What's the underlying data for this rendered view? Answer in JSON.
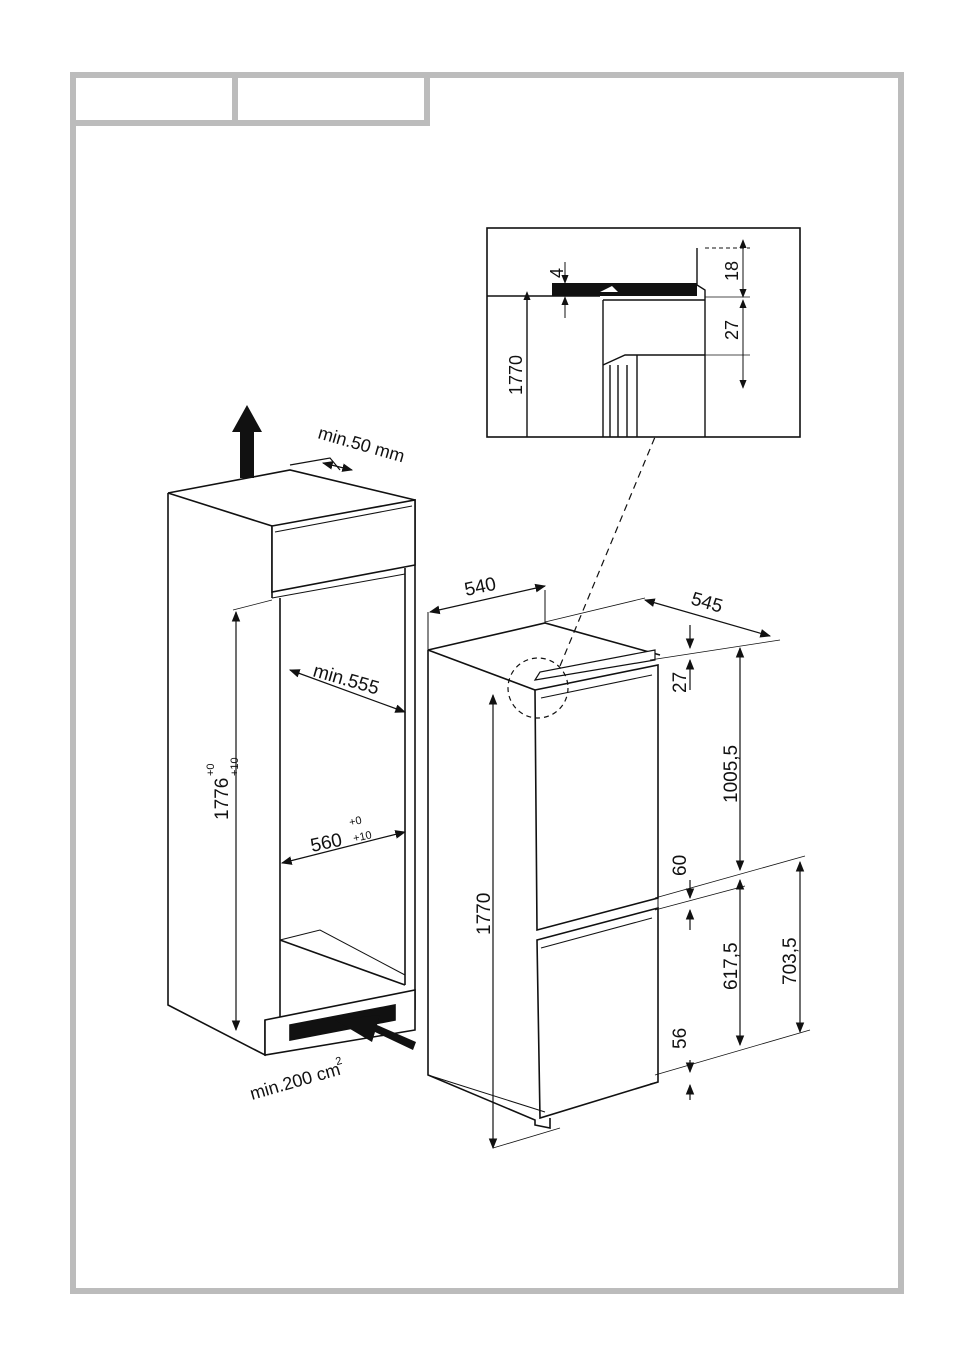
{
  "header_tabs": [
    "",
    ""
  ],
  "niche": {
    "min_top_gap": "min.50 mm",
    "height": "1776",
    "height_tol_upper": "+0",
    "height_tol_lower": "+10",
    "depth": "min.555",
    "width": "560",
    "width_tol_upper": "+0",
    "width_tol_lower": "+10",
    "vent_area": "min.200 cm",
    "vent_area_sup": "2"
  },
  "appliance": {
    "width": "540",
    "depth": "545",
    "total_height": "1770",
    "top_offset": "27",
    "upper_door": "1005,5",
    "gap": "60",
    "lower_door": "617,5",
    "lower_total": "703,5",
    "bottom_offset": "56"
  },
  "detail": {
    "thickness": "4",
    "hinge_height": "18",
    "offset": "27",
    "height": "1770"
  }
}
